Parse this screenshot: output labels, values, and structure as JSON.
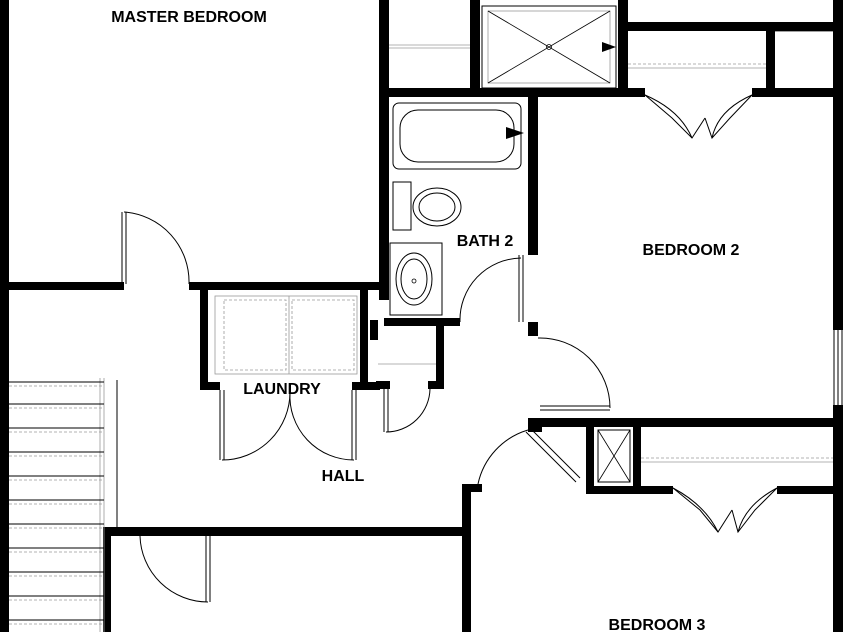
{
  "rooms": {
    "master_bedroom": "MASTER BEDROOM",
    "bath_2": "BATH 2",
    "bedroom_2": "BEDROOM 2",
    "laundry": "LAUNDRY",
    "hall": "HALL",
    "bedroom_3": "BEDROOM 3"
  },
  "colors": {
    "wall": "#000000",
    "background": "#ffffff",
    "fixture_line": "#9a9a9a"
  }
}
